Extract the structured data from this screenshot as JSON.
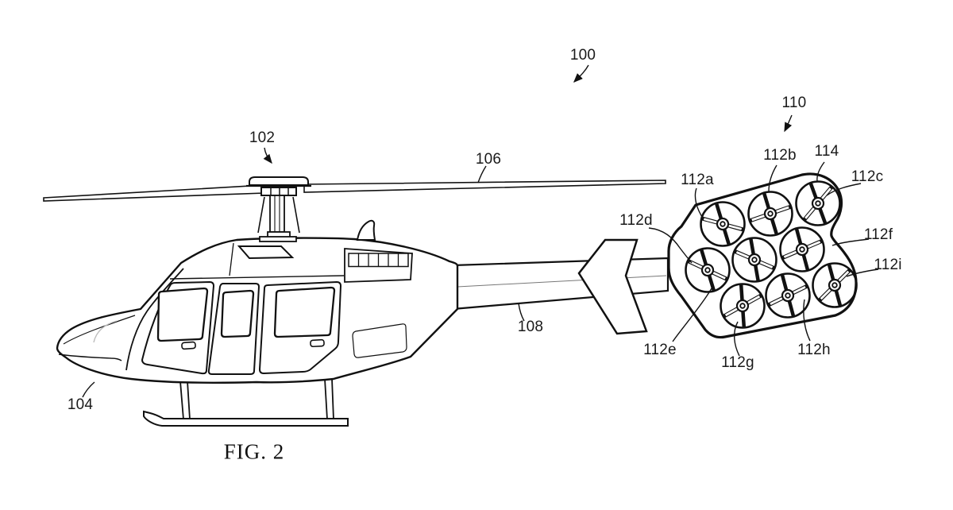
{
  "figure": {
    "caption": "FIG. 2",
    "labels": {
      "n100": "100",
      "n102": "102",
      "n104": "104",
      "n106": "106",
      "n108": "108",
      "n110": "110",
      "n112a": "112a",
      "n112b": "112b",
      "n112c": "112c",
      "n112d": "112d",
      "n112e": "112e",
      "n112f": "112f",
      "n112g": "112g",
      "n112h": "112h",
      "n112i": "112i",
      "n114": "114"
    }
  }
}
